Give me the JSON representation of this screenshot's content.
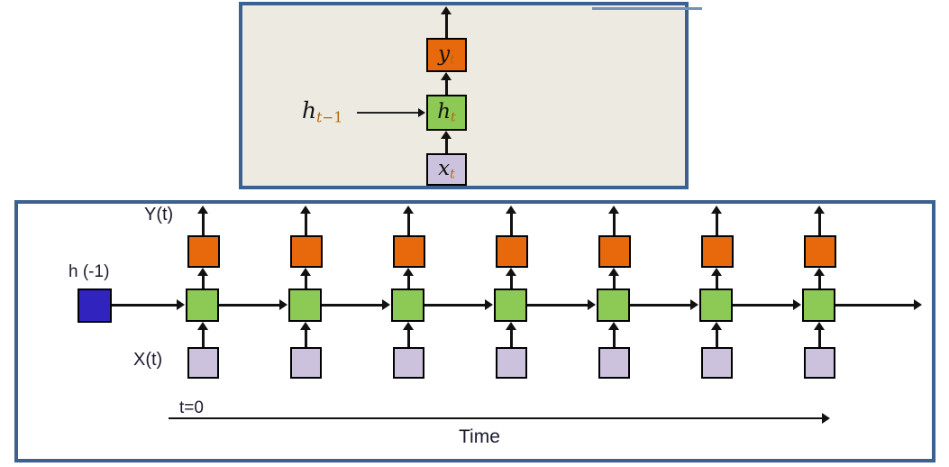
{
  "figure": {
    "title_visible": false,
    "colors": {
      "panel_border": "#3a618f",
      "unit_panel_background": "#edebe1",
      "unrolled_panel_background": "#ffffff",
      "output_box": "#e8690b",
      "hidden_box": "#8dca55",
      "input_box": "#ccc2de",
      "initial_state_box": "#3023be",
      "arrow": "#111111",
      "subscript_text": "#b4660e",
      "label_text": "#1a1a2e"
    }
  },
  "unit_panel": {
    "name": "rnn-single-cell",
    "boxes": [
      {
        "id": "output",
        "label_base": "y",
        "label_sub": "t",
        "color": "#e8690b"
      },
      {
        "id": "hidden",
        "label_base": "h",
        "label_sub": "t",
        "color": "#8dca55"
      },
      {
        "id": "input",
        "label_base": "x",
        "label_sub": "t",
        "color": "#ccc2de"
      }
    ],
    "incoming_state": {
      "base": "h",
      "sub_t": "t",
      "sub_op": "−",
      "sub_n": "1",
      "full_text": "h t−1"
    }
  },
  "unrolled_panel": {
    "name": "rnn-unrolled-over-time",
    "labels": {
      "output_series": "Y(t)",
      "input_series": "X(t)",
      "initial_state": "h (-1)",
      "time_start": "t=0",
      "time_axis": "Time"
    },
    "timestep_count": 7,
    "timesteps": [
      {
        "index": 0,
        "output_color": "#e8690b",
        "hidden_color": "#8dca55",
        "input_color": "#ccc2de"
      },
      {
        "index": 1,
        "output_color": "#e8690b",
        "hidden_color": "#8dca55",
        "input_color": "#ccc2de"
      },
      {
        "index": 2,
        "output_color": "#e8690b",
        "hidden_color": "#8dca55",
        "input_color": "#ccc2de"
      },
      {
        "index": 3,
        "output_color": "#e8690b",
        "hidden_color": "#8dca55",
        "input_color": "#ccc2de"
      },
      {
        "index": 4,
        "output_color": "#e8690b",
        "hidden_color": "#8dca55",
        "input_color": "#ccc2de"
      },
      {
        "index": 5,
        "output_color": "#e8690b",
        "hidden_color": "#8dca55",
        "input_color": "#ccc2de"
      },
      {
        "index": 6,
        "output_color": "#e8690b",
        "hidden_color": "#8dca55",
        "input_color": "#ccc2de"
      }
    ]
  }
}
